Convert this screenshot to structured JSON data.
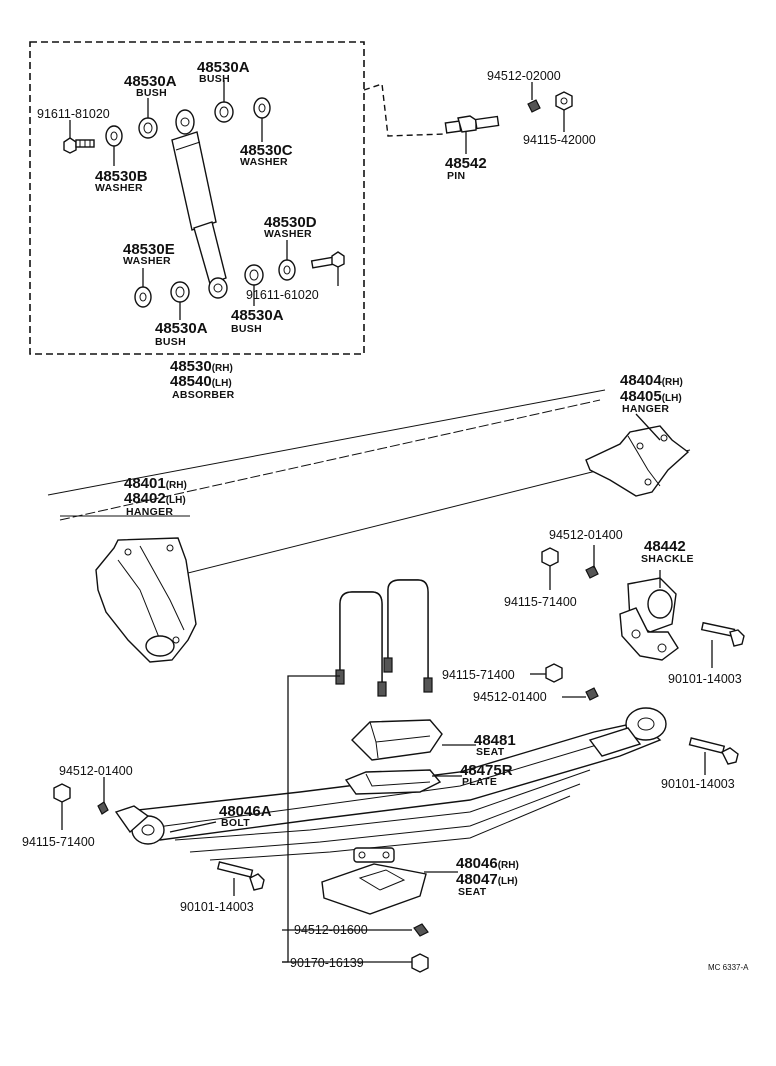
{
  "diagram_code": "MC 6337-A",
  "absorber": {
    "part_rh": "48530",
    "part_rh_sfx": "(RH)",
    "part_lh": "48540",
    "part_lh_sfx": "(LH)",
    "desc": "ABSORBER",
    "bush_top_left": {
      "part": "48530A",
      "desc": "BUSH"
    },
    "bush_top_right": {
      "part": "48530A",
      "desc": "BUSH"
    },
    "bolt_top": {
      "part": "91611-81020"
    },
    "washer_b": {
      "part": "48530B",
      "desc": "WASHER"
    },
    "washer_c": {
      "part": "48530C",
      "desc": "WASHER"
    },
    "washer_d": {
      "part": "48530D",
      "desc": "WASHER"
    },
    "washer_e": {
      "part": "48530E",
      "desc": "WASHER"
    },
    "bolt_bottom": {
      "part": "91611-61020"
    },
    "bush_bottom_left": {
      "part": "48530A",
      "desc": "BUSH"
    },
    "bush_bottom_right": {
      "part": "48530A",
      "desc": "BUSH"
    }
  },
  "pin_group": {
    "washer": {
      "part": "94512-02000"
    },
    "nut": {
      "part": "94115-42000"
    },
    "pin": {
      "part": "48542",
      "desc": "PIN"
    }
  },
  "rear_hanger": {
    "part_rh": "48404",
    "part_rh_sfx": "(RH)",
    "part_lh": "48405",
    "part_lh_sfx": "(LH)",
    "desc": "HANGER"
  },
  "front_hanger": {
    "part_rh": "48401",
    "part_rh_sfx": "(RH)",
    "part_lh": "48402",
    "part_lh_sfx": "(LH)",
    "desc": "HANGER"
  },
  "shackle_group": {
    "washer": {
      "part": "94512-01400"
    },
    "nut": {
      "part": "94115-71400"
    },
    "shackle": {
      "part": "48442",
      "desc": "SHACKLE"
    },
    "bolt": {
      "part": "90101-14003"
    }
  },
  "ubolt_group": {
    "nut": {
      "part": "94115-71400"
    },
    "washer": {
      "part": "94512-01400"
    }
  },
  "seat_upper": {
    "part": "48481",
    "desc": "SEAT"
  },
  "plate": {
    "part": "48475R",
    "desc": "PLATE"
  },
  "spring_bolt": {
    "part": "90101-14003"
  },
  "front_left_group": {
    "washer": {
      "part": "94512-01400"
    },
    "nut": {
      "part": "94115-71400"
    },
    "bolt_part": "48046A",
    "bolt_desc": "BOLT",
    "bolt_lower": {
      "part": "90101-14003"
    }
  },
  "seat_lower": {
    "part_rh": "48046",
    "part_rh_sfx": "(RH)",
    "part_lh": "48047",
    "part_lh_sfx": "(LH)",
    "desc": "SEAT"
  },
  "bottom_group": {
    "washer": {
      "part": "94512-01600"
    },
    "nut": {
      "part": "90170-16139"
    }
  }
}
